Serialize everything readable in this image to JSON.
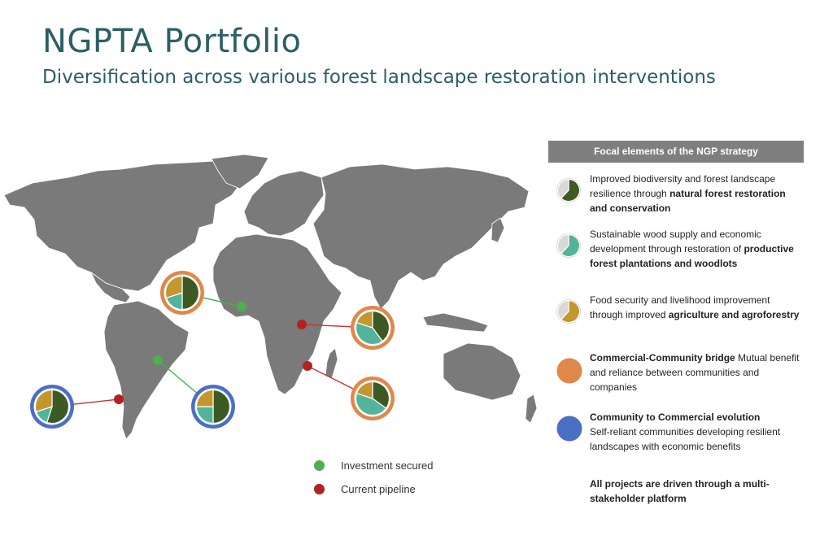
{
  "title": "NGPTA Portfolio",
  "subtitle": "Diversification across various forest landscape restoration interventions",
  "colors": {
    "land": "#7a7a7a",
    "dark_green": "#3e5a24",
    "teal": "#52b49a",
    "gold": "#c4962e",
    "light_grey": "#d9d9d9",
    "orange": "#e0874a",
    "blue": "#4a6fc4",
    "green_dot": "#4caf50",
    "red_dot": "#b22222",
    "connector_green": "#3db54a",
    "connector_red": "#c0392b"
  },
  "map_legend": [
    {
      "label": "Investment secured",
      "color": "#4caf50"
    },
    {
      "label": "Current pipeline",
      "color": "#b22222"
    }
  ],
  "panel": {
    "header": "Focal elements of the NGP strategy",
    "items": [
      {
        "icon": "natural-forest-pie-icon",
        "text_before": "Improved biodiversity and forest landscape resilience through ",
        "text_bold": "natural forest restoration and conservation",
        "text_after": ""
      },
      {
        "icon": "plantation-pie-icon",
        "text_before": "Sustainable wood supply and economic development through restoration of ",
        "text_bold": "productive forest plantations and woodlots",
        "text_after": ""
      },
      {
        "icon": "agroforestry-pie-icon",
        "text_before": "Food security and livelihood improvement through improved ",
        "text_bold": "agriculture and agroforestry",
        "text_after": ""
      },
      {
        "icon": "orange-circle-icon",
        "text_before": "",
        "text_bold": "Commercial-Community bridge",
        "text_after": " Mutual benefit and reliance between communities and companies"
      },
      {
        "icon": "blue-circle-icon",
        "text_before": "",
        "text_bold": "Community to Commercial evolution",
        "text_after": " Self-reliant communities developing resilient landscapes with economic benefits"
      }
    ],
    "footer": "All projects are driven through a multi-stakeholder platform"
  },
  "projects": [
    {
      "name": "west-africa",
      "ring": "orange",
      "status": "secured",
      "shares": {
        "dark_green": 0.5,
        "teal": 0.2,
        "gold": 0.3
      }
    },
    {
      "name": "east-africa",
      "ring": "orange",
      "status": "pipeline",
      "shares": {
        "dark_green": 0.4,
        "teal": 0.4,
        "gold": 0.2
      }
    },
    {
      "name": "southeast-africa",
      "ring": "orange",
      "status": "pipeline",
      "shares": {
        "dark_green": 0.35,
        "teal": 0.45,
        "gold": 0.2
      }
    },
    {
      "name": "south-america-west",
      "ring": "blue",
      "status": "pipeline",
      "shares": {
        "dark_green": 0.55,
        "teal": 0.15,
        "gold": 0.3
      }
    },
    {
      "name": "brazil",
      "ring": "blue",
      "status": "secured",
      "shares": {
        "dark_green": 0.5,
        "teal": 0.25,
        "gold": 0.25
      }
    }
  ]
}
